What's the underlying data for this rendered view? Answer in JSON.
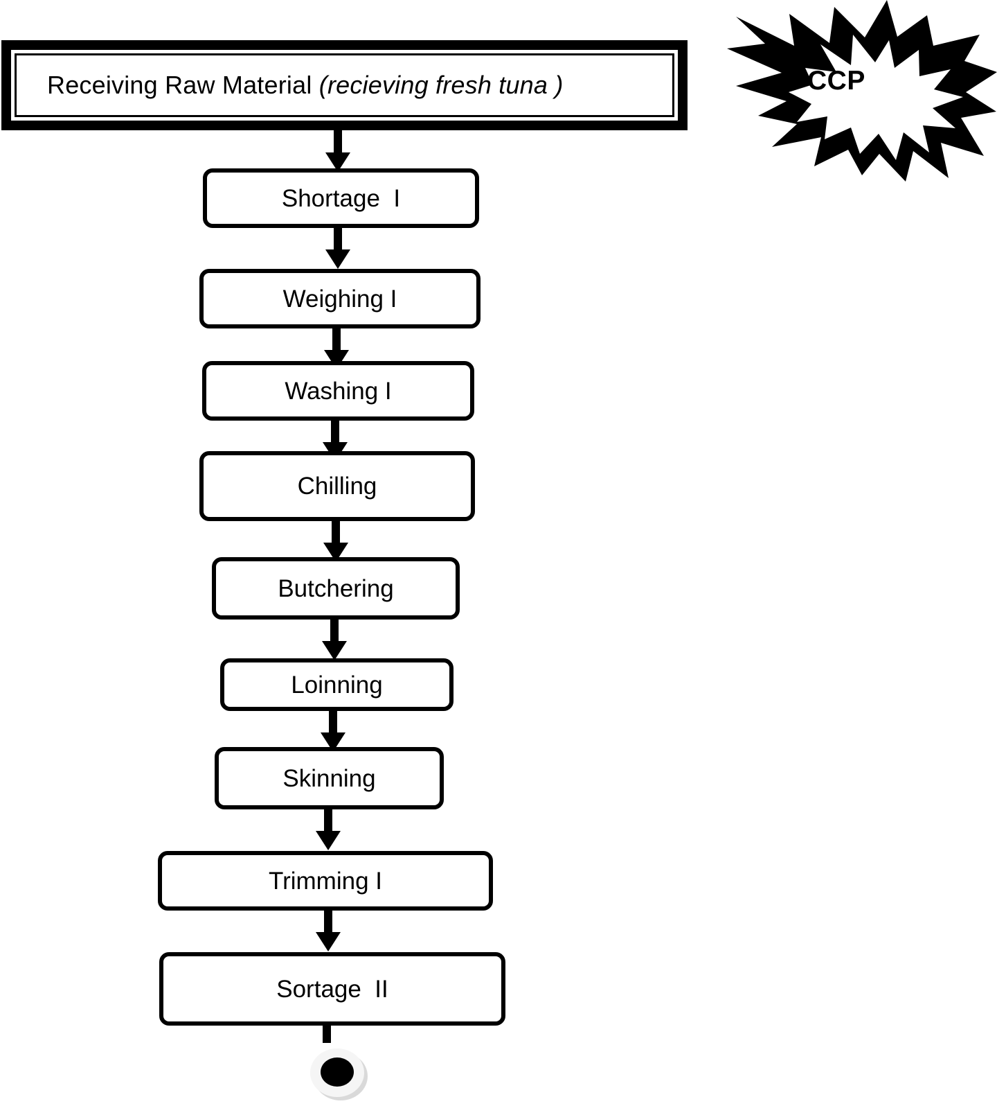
{
  "diagram": {
    "title_box": {
      "text_main": "Receiving Raw Material ",
      "text_note": "(recieving  fresh tuna )"
    },
    "ccp_badge": {
      "label": "CCP",
      "shape": "starburst"
    },
    "steps": [
      {
        "label": "Shortage  I"
      },
      {
        "label": "Weighing I"
      },
      {
        "label": "Washing I"
      },
      {
        "label": "Chilling"
      },
      {
        "label": "Butchering"
      },
      {
        "label": "Loinning"
      },
      {
        "label": "Skinning"
      },
      {
        "label": "Trimming I"
      },
      {
        "label": "Sortage  II"
      }
    ],
    "terminator": {
      "name": "end-node"
    },
    "colors": {
      "stroke": "#000000",
      "fill": "#ffffff",
      "terminator_ring": "#f2f2f2",
      "terminator_shadow": "#d9d9d9"
    }
  }
}
